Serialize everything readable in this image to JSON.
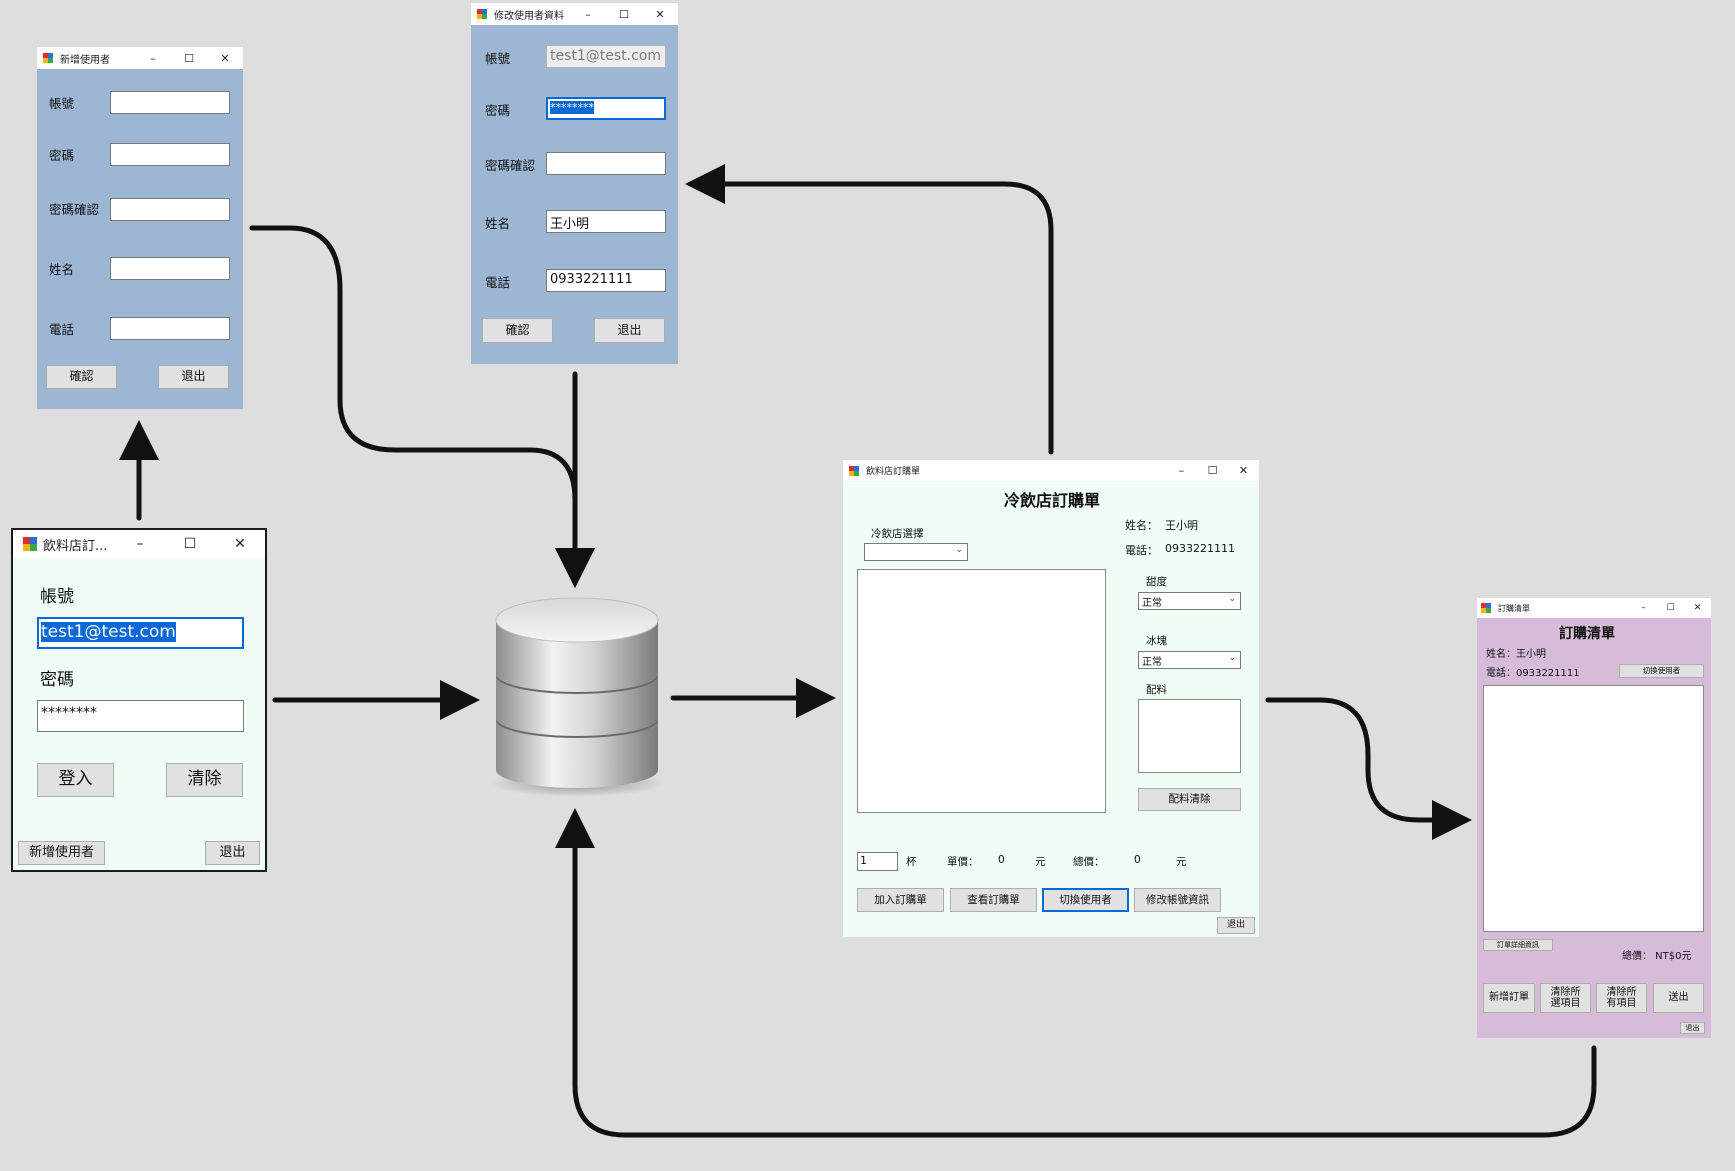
{
  "add_user_window": {
    "title": "新增使用者",
    "labels": {
      "account": "帳號",
      "password": "密碼",
      "password_confirm": "密碼確認",
      "name": "姓名",
      "phone": "電話"
    },
    "buttons": {
      "confirm": "確認",
      "exit": "退出"
    }
  },
  "edit_user_window": {
    "title": "修改使用者資料",
    "labels": {
      "account": "帳號",
      "password": "密碼",
      "password_confirm": "密碼確認",
      "name": "姓名",
      "phone": "電話"
    },
    "values": {
      "account": "test1@test.com",
      "password": "********",
      "password_confirm": "",
      "name": "王小明",
      "phone": "0933221111"
    },
    "buttons": {
      "confirm": "確認",
      "exit": "退出"
    }
  },
  "login_window": {
    "title": "飲料店訂...",
    "labels": {
      "account": "帳號",
      "password": "密碼"
    },
    "values": {
      "account": "test1@test.com",
      "password": "********"
    },
    "buttons": {
      "login": "登入",
      "clear": "清除",
      "add_user": "新增使用者",
      "exit": "退出"
    }
  },
  "order_window": {
    "title": "飲料店訂購單",
    "heading": "冷飲店訂購單",
    "shop_select_label": "冷飲店選擇",
    "name_label": "姓名：",
    "name_value": "王小明",
    "phone_label": "電話：",
    "phone_value": "0933221111",
    "sweetness_label": "甜度",
    "sweetness_value": "正常",
    "ice_label": "冰塊",
    "ice_value": "正常",
    "toppings_label": "配料",
    "toppings_clear_button": "配料清除",
    "quantity_value": "1",
    "cup_unit": "杯",
    "unit_price_label": "單價：",
    "unit_price_value": "0",
    "yuan": "元",
    "total_label": "總價：",
    "total_value": "0",
    "buttons": {
      "add_order": "加入訂購單",
      "view_order": "查看訂購單",
      "switch_user": "切換使用者",
      "edit_account": "修改帳號資訊",
      "exit": "退出"
    }
  },
  "order_list_window": {
    "title": "訂購清單",
    "heading": "訂購清單",
    "name_text": "姓名：王小明",
    "phone_text": "電話：0933221111",
    "switch_user_button": "切換使用者",
    "detail_button": "訂單詳細資訊",
    "total_text": "總價： NT$0元",
    "buttons": {
      "new_order": "新增訂單",
      "clear_selected": "清除所選項目",
      "clear_all": "清除所有項目",
      "send": "送出",
      "exit": "退出"
    }
  },
  "colors": {
    "background": "#dedede",
    "blue_form": "#9cb6d4",
    "mint_form": "#f0fdf5",
    "lilac_form": "#d7bcd9",
    "arrow": "#111111"
  }
}
